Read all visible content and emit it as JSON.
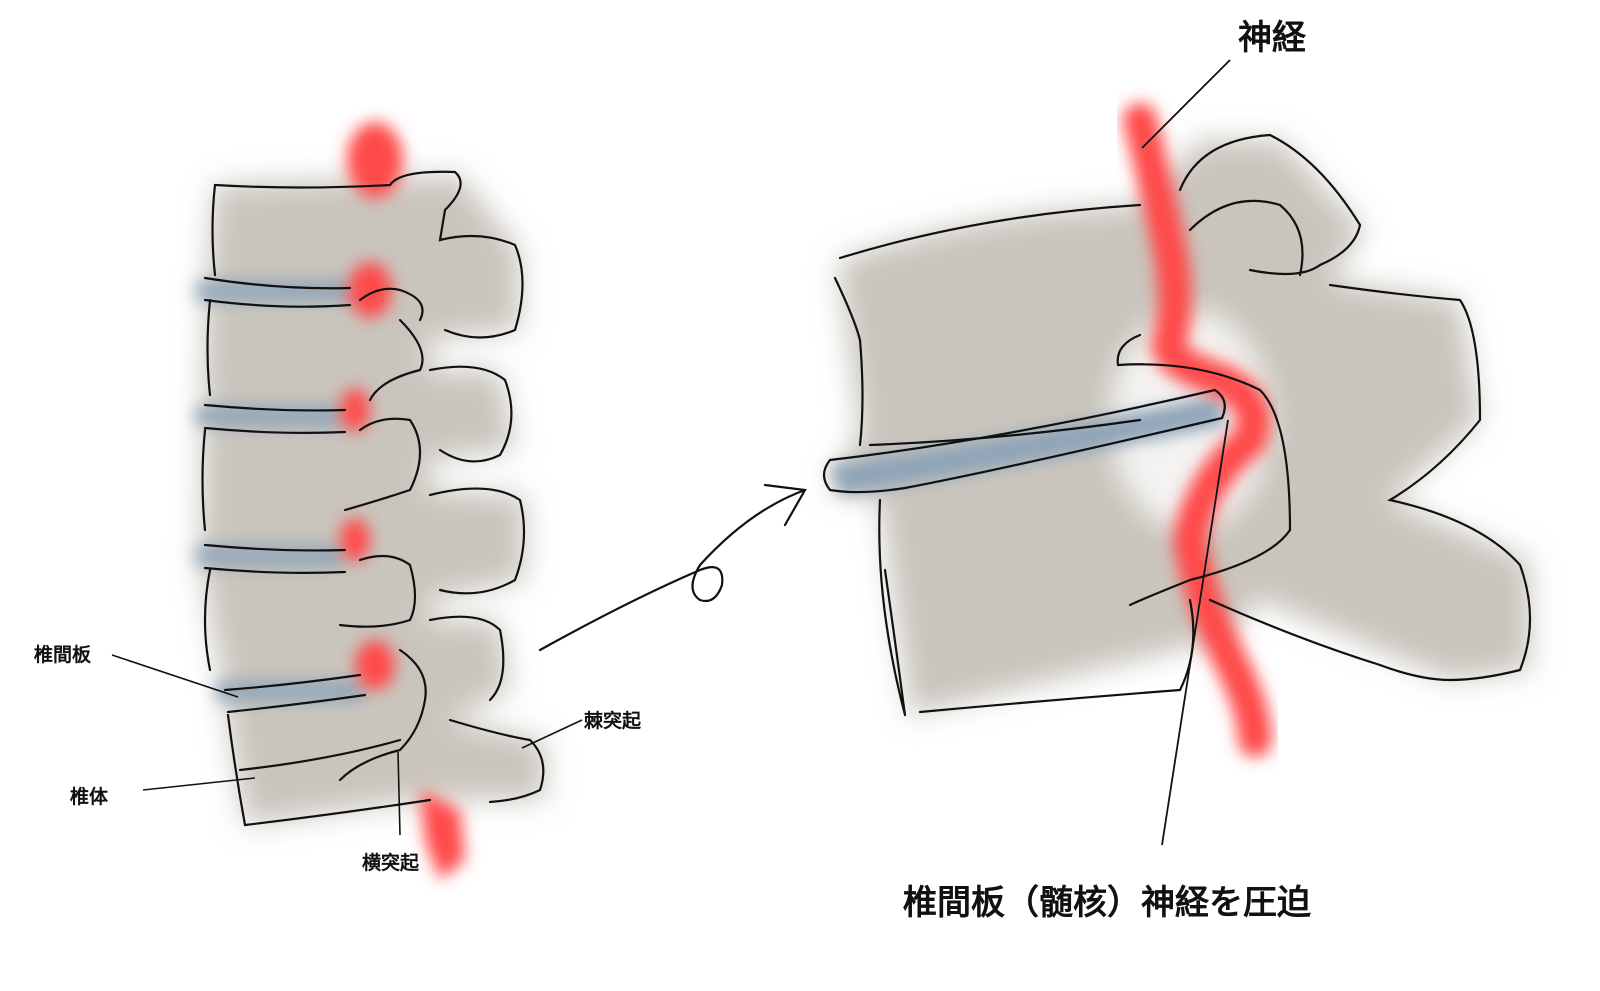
{
  "labels": {
    "nerve": "神経",
    "disc": "椎間板",
    "spinous_process": "棘突起",
    "vertebral_body": "椎体",
    "transverse_process": "横突起",
    "caption": "椎間板（髄核）神経を圧迫"
  },
  "colors": {
    "bone": "#c9c5bd",
    "disc": "#8fa4b8",
    "nerve": "#ff4a4a",
    "outline": "#111111"
  }
}
